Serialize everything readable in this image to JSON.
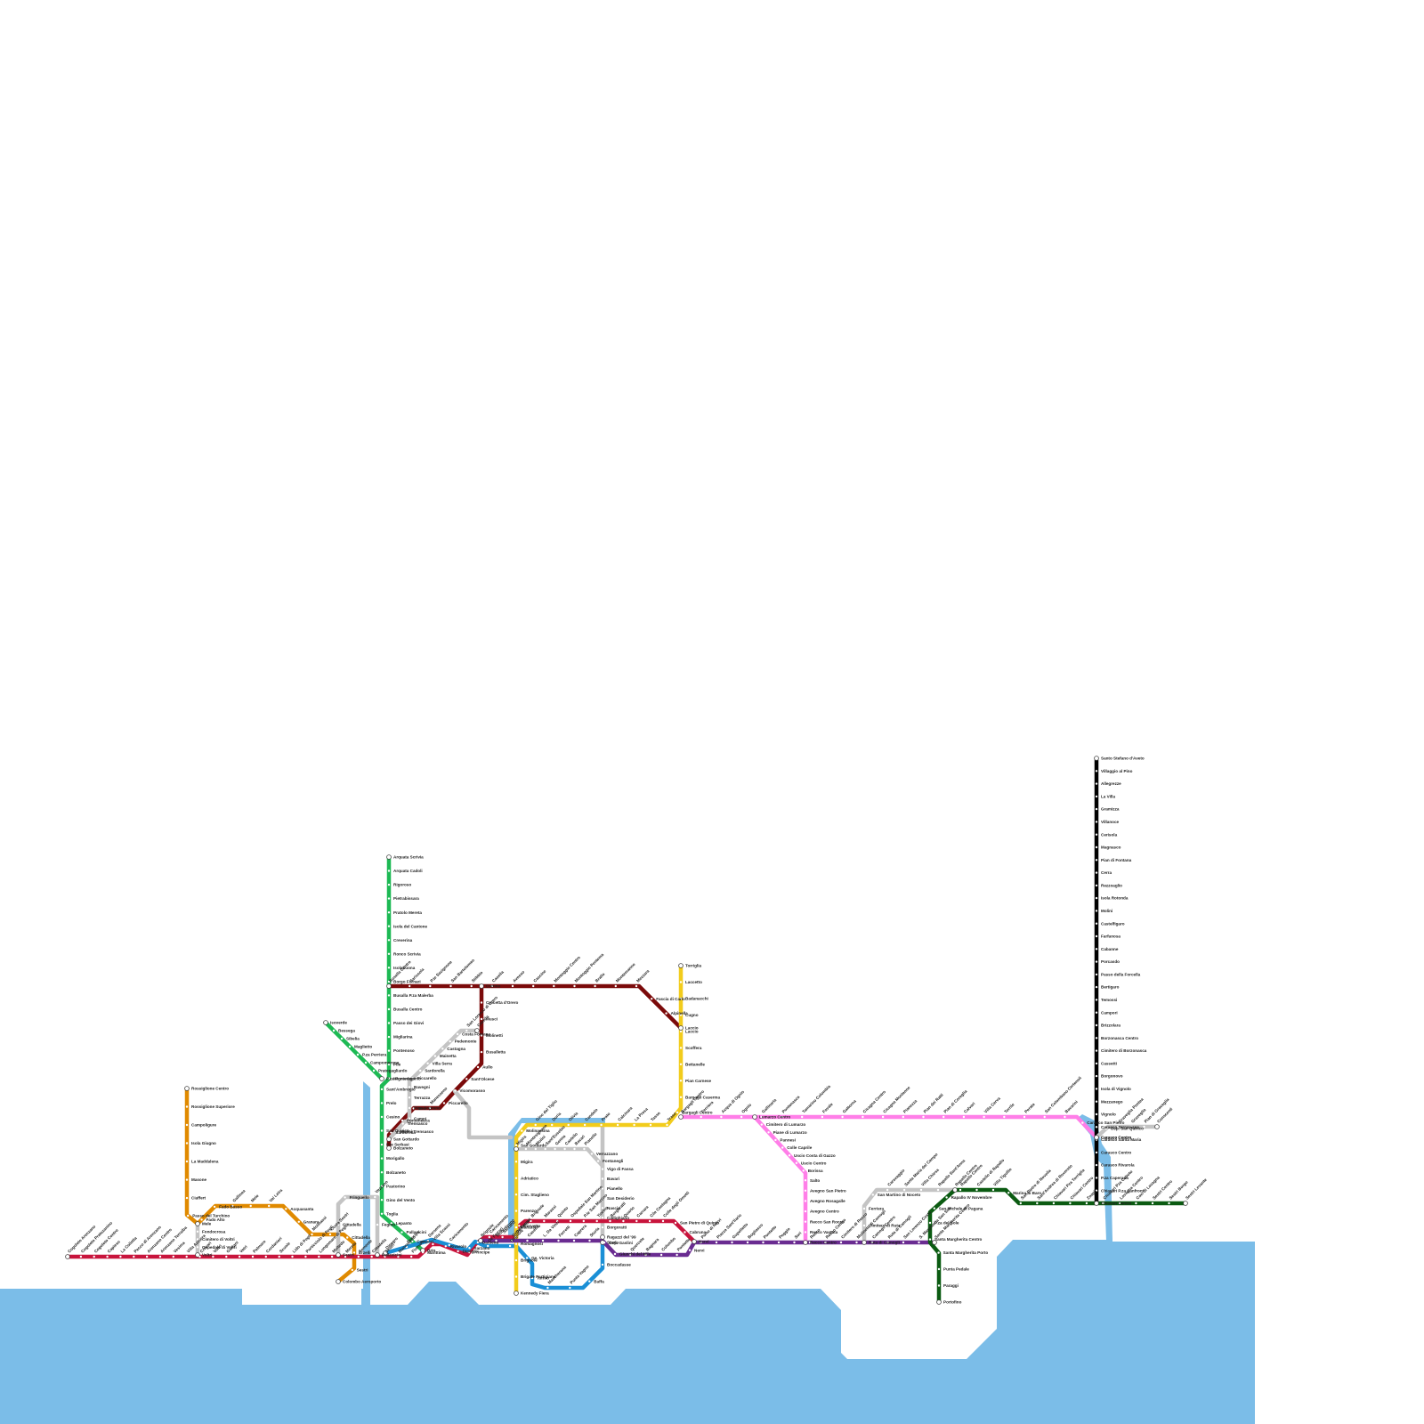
{
  "title": "Genova Metropolitan Transit Map",
  "colors": {
    "water": "#7bbde8",
    "green": "#1db954",
    "maroon": "#7b0a0a",
    "crimson": "#c8143c",
    "orange": "#e08a00",
    "yellow": "#f2cc1c",
    "blue": "#1a8fd6",
    "purple": "#6a2c91",
    "pink": "#ff7ee8",
    "darkgreen": "#0b5b12",
    "black": "#000000",
    "grey": "#c4c4c4"
  },
  "lines": [
    {
      "id": "green",
      "name": "Arquata Scrivia – Brin",
      "color": "#1db954",
      "stations": [
        "Arquata Scrivia",
        "Arquata Cadoli",
        "Rigoroso",
        "Pietrabissara",
        "Pratolo Mereta",
        "Isola del Cantone",
        "Creverina",
        "Ronco Scrivia",
        "Isolabuona",
        "Borgo Fornari",
        "Busalla P.za Malerba",
        "Busalla Centro",
        "Passo dei Giovi",
        "Migliarina",
        "Pontenoso",
        "Pile",
        "Mignanego",
        "Sant'Ambrogio",
        "Prelo",
        "Cesino",
        "San Quirico",
        "P.te Serbasi",
        "Morigallo",
        "Bolzaneto",
        "Pastorino",
        "Gino del Vento",
        "Toglia",
        "Lepanto",
        "Pallavicini",
        "Campori",
        "Brin"
      ]
    },
    {
      "id": "green-branch",
      "name": "Isoverde branch",
      "color": "#1db954",
      "stations": [
        "Isoverde",
        "Bessega",
        "Sibelia",
        "Maglietto",
        "P.za Perriera",
        "Campomorone",
        "Pratogagliardo",
        "P.za Pontedecimo"
      ]
    },
    {
      "id": "maroon",
      "name": "Busalla – Laccio",
      "color": "#7b0a0a",
      "stations": [
        "Busalla Centro",
        "Sarissola",
        "P.te Savignone",
        "San Bartolomeo",
        "Stibbio",
        "Casella",
        "Avosso",
        "Cascine",
        "Montoggio Centro",
        "Montoggio Pentema",
        "Brallo",
        "Montemanno",
        "Mezzara",
        "Fascia di Carlo",
        "Alpinella",
        "Laccio"
      ]
    },
    {
      "id": "maroon-south",
      "name": "Casella – Bolzaneto",
      "color": "#7b0a0a",
      "stations": [
        "Cortino",
        "Crocetta d'Orero",
        "Musci",
        "Molinetti",
        "Busalletta",
        "Aullo",
        "Sant'Olcese",
        "Vicomorasso",
        "Piccarello",
        "Manesseno",
        "Geo",
        "Pontenesca",
        "Sardorella",
        "Bolzaneto"
      ]
    },
    {
      "id": "orange",
      "name": "Rossiglione – Colombo Aeroporto",
      "color": "#e08a00",
      "stations": [
        "Rossiglione Centro",
        "Rossiglione Superiore",
        "Campoligure",
        "Isola Giugno",
        "La Maddalena",
        "Masone",
        "Ciaffert",
        "Passo del Turchino",
        "Fado Alto",
        "Fado Basso",
        "Gallinea",
        "Mele",
        "Val Leira",
        "Acquasanta",
        "Granara",
        "Molinassi",
        "Costa Sestri",
        "Cittadella",
        "Erzelli",
        "Sestri",
        "Colombo Aeroporto"
      ]
    },
    {
      "id": "grey-mele",
      "name": "Mele – Voltri",
      "color": "#c4c4c4",
      "stations": [
        "Mele",
        "Fondocrosa",
        "Cimitero di Voltri",
        "Ospedale di Voltri",
        "Voltri"
      ]
    },
    {
      "id": "grey-fegino",
      "name": "Sestri – Pallavicini",
      "color": "#c4c4c4",
      "stations": [
        "Sestri",
        "Cittadella",
        "Fringuello",
        "Vezzano",
        "Fegino",
        "Pallavicini"
      ]
    },
    {
      "id": "grey-valpolcevera",
      "name": "San Lorenzo di Orero – San Gottardo",
      "color": "#c4c4c4",
      "stations": [
        "Casella",
        "San Lorenzo di Orero",
        "Costa Fontana",
        "Pedemonte",
        "Castagna",
        "Mainetta",
        "Villa Serra",
        "Sardorella",
        "Piccarello",
        "Bavegni",
        "Terrazza",
        "Pino Soprano",
        "Campi",
        "Trensasco",
        "Molini Trensasco",
        "San Gottardo"
      ]
    },
    {
      "id": "grey-bisagno",
      "name": "Molassana – Staglieno",
      "color": "#c4c4c4",
      "stations": [
        "Migira",
        "Montesignano",
        "Molini",
        "Sant'Eusebio",
        "Genna",
        "Castello",
        "Bavari",
        "Pianello",
        "Verrazzano",
        "Fontanegli",
        "Vigo di Fassa",
        "Bavari",
        "Pianello",
        "San Desiderio",
        "Nascio",
        "Cadighiano",
        "Borgoratti",
        "Ragazzi del '99"
      ]
    },
    {
      "id": "crimson",
      "name": "Cogoleto – Nervi",
      "color": "#c8143c",
      "stations": [
        "Cogoleto Arenzano",
        "Cogoleto Pratozanino",
        "Cogoleto Centro",
        "Capieso",
        "La Colletta",
        "Pecco di Arenzano",
        "Arenzano Centro",
        "Arenzano Terralba",
        "Vesima",
        "Villa Azzurra",
        "Crevari",
        "Voltri",
        "Galvani",
        "Vetri",
        "Palmaro",
        "Cordanieri",
        "Scuole",
        "Lido di Pegli",
        "Porticciolo di Pegli",
        "Lungomare di Pegli",
        "Multedo",
        "Mereta",
        "Semente",
        "Cittadella",
        "Sestri",
        "Manesseno",
        "Fiumara",
        "Marittima",
        "Villa Scassi",
        "Rivarolo",
        "Dinegro",
        "Principe",
        "Darsena",
        "Caricamento",
        "Sarzano",
        "De Ferrari",
        "Corvetto",
        "Brignole",
        "Marassi",
        "Quinto",
        "Ospedale San Martino",
        "P.le San Martino",
        "Tiorino",
        "Borgoratti",
        "Quarto",
        "Carrara",
        "Cile Castagna",
        "Colle degli Ometti",
        "San Pietro di Quinto",
        "Cabruna",
        "Nervi"
      ]
    },
    {
      "id": "blue",
      "name": "Dinegro – Foce loop",
      "color": "#1a8fd6",
      "stations": [
        "Dinegro",
        "Principe",
        "Darsena",
        "Caricamento",
        "Sarzano",
        "De Ferrari",
        "Brignole",
        "Ge. Victoria",
        "Torino",
        "Mascherona",
        "Punta Vagno",
        "Baffa",
        "Boccadasse",
        "Sturla"
      ]
    },
    {
      "id": "yellow",
      "name": "Torriglia – Kennedy Fiera",
      "color": "#f2cc1c",
      "stations": [
        "Torriglia",
        "Laccetto",
        "Badanacchi",
        "Cugno",
        "Laccio",
        "Scoffera",
        "Bettanelle",
        "Pian Carnese",
        "Bargagli Caserma",
        "Bargagli Centro",
        "Traso",
        "Tasso",
        "La Presa",
        "Calcinara",
        "Prato",
        "Candelo",
        "Olivia",
        "Doria",
        "Gino del Tiglio",
        "Molinassina",
        "San Gottardo",
        "Migira",
        "Adriatico",
        "Cim. Staglieno",
        "Parenzo",
        "Marassi",
        "Romagnosi",
        "Brignole",
        "Brigate Partigiane",
        "Kennedy Fiera"
      ]
    },
    {
      "id": "purple",
      "name": "Brignole – Santa Margherita",
      "color": "#6a2c91",
      "stations": [
        "Brignole",
        "Montebruno",
        "Gemellaggio",
        "Casella",
        "L. Da Vinci",
        "Ferretti",
        "Caprera",
        "Sturla",
        "Osp. Gaslini",
        "Giunchi del Mile",
        "Quercete",
        "Bagnara",
        "Colombo",
        "Pontetto",
        "Nervi",
        "Porto di Nervi",
        "Piazza Sant'Ilario",
        "Gupelletto",
        "Bogliasco",
        "Pontetto",
        "Poggio",
        "Sori",
        "Recco",
        "Recco Centro",
        "Cimitero di Recco",
        "Mulinetti di Camogli",
        "Camogli Centro",
        "Ruta di Camogli",
        "San Lorenzo Costa",
        "S. Margherita San Siro",
        "Santa Margherita Centro"
      ]
    },
    {
      "id": "pink",
      "name": "Bargagli – Carasco",
      "color": "#ff7ee8",
      "stations": [
        "Bargagli Centro",
        "Ferriera",
        "Acqua di Ognio",
        "Ognio",
        "Gallinaria",
        "Pontenasca",
        "Tamarino Colombia",
        "Favale",
        "Gattorna",
        "Cicagna Centro",
        "Cicagna Monleone",
        "Pianezza",
        "Pian dei Ratti",
        "Pian di Coreglia",
        "Calvari",
        "Villa Cerva",
        "Terrile",
        "Perata",
        "San Colombano Certenoli",
        "Bavarini",
        "Carasco San Pietro",
        "Carasco Centro"
      ]
    },
    {
      "id": "pink-recco",
      "name": "Ferriera – Recco",
      "color": "#ff7ee8",
      "stations": [
        "Lumarzo Centro",
        "Cimitero di Lumarzo",
        "Piane di Lumarzo",
        "Pannesi",
        "Colle Caprile",
        "Uscio Costa di Gazzo",
        "Uscio Centro",
        "Borissa",
        "Salto",
        "Avegno San Pietro",
        "Avegno Rosagalle",
        "Avegno Centro",
        "Recco San Rocco",
        "Recco Vastata",
        "Recco Centro"
      ]
    },
    {
      "id": "grey-rapallo",
      "name": "Ruta – Rapallo",
      "color": "#c4c4c4",
      "stations": [
        "Ruta di Camogli",
        "Cimitero di Ruta",
        "Ferriera",
        "San Martino di Noceto",
        "Caravaggio",
        "Santa Maria del Campo",
        "Villa Chiesa",
        "Rapallo Sant'Anna",
        "Rapallo Centro"
      ]
    },
    {
      "id": "darkgreen",
      "name": "Portofino – Sestri Levante",
      "color": "#0b5b12",
      "stations": [
        "Portofino",
        "Paraggi",
        "Punta Pedale",
        "Santa Margherita Porto",
        "Santa Margherita Centro",
        "P.za del Sole",
        "San Michele di Pagana",
        "Rapallo IV Novembre",
        "Rapallo Centro",
        "Castello di Rapallo",
        "Villa Tigullio",
        "Marina di Baro",
        "San Pietro di Novella",
        "Sant'Andrea di Rovereto",
        "Chiavari Pza Torriglia",
        "Chiavari Centro",
        "Zoagli",
        "Chiavari Pza Caboto",
        "Lavagna Centro",
        "Cavi di Lavagna",
        "Sestri Centro",
        "Sestri Borgo",
        "Sestri Levante"
      ]
    },
    {
      "id": "black",
      "name": "Santo Stefano d'Aveto – Chiavari",
      "color": "#000000",
      "stations": [
        "Santo Stefano d'Aveto",
        "Villaggio al Pino",
        "Allegrezze",
        "La Villa",
        "Gramizza",
        "Villanoce",
        "Cerisola",
        "Magnasco",
        "Pian di Fontana",
        "Cerra",
        "Rezzoaglio",
        "Isola Rotonda",
        "Molini",
        "Castelfigaro",
        "Farfanosa",
        "Cabanne",
        "Porcasdo",
        "Passo della Forcella",
        "Bertigaro",
        "Temossi",
        "Campori",
        "Brizzolara",
        "Borzonasca Centro",
        "Cimitero di Borzonasca",
        "Cassetti",
        "Borgonovo",
        "Isola di Vignolo",
        "Mezzanego",
        "Vignolo",
        "Carasco Terrarossa",
        "Carasco Santa Maria",
        "Carasco Centro",
        "Carasco Rivarola",
        "P.za Caperana",
        "Chiavari P.za Sanfront",
        "Chiavari Centro"
      ]
    },
    {
      "id": "grey-graveglia",
      "name": "Carasco – Conscenti",
      "color": "#c4c4c4",
      "stations": [
        "Carasco Centro",
        "Osp. San Quirico",
        "Graveglia Pontea",
        "Graveglia",
        "Pian di Graveglia",
        "Conscenti"
      ]
    }
  ]
}
